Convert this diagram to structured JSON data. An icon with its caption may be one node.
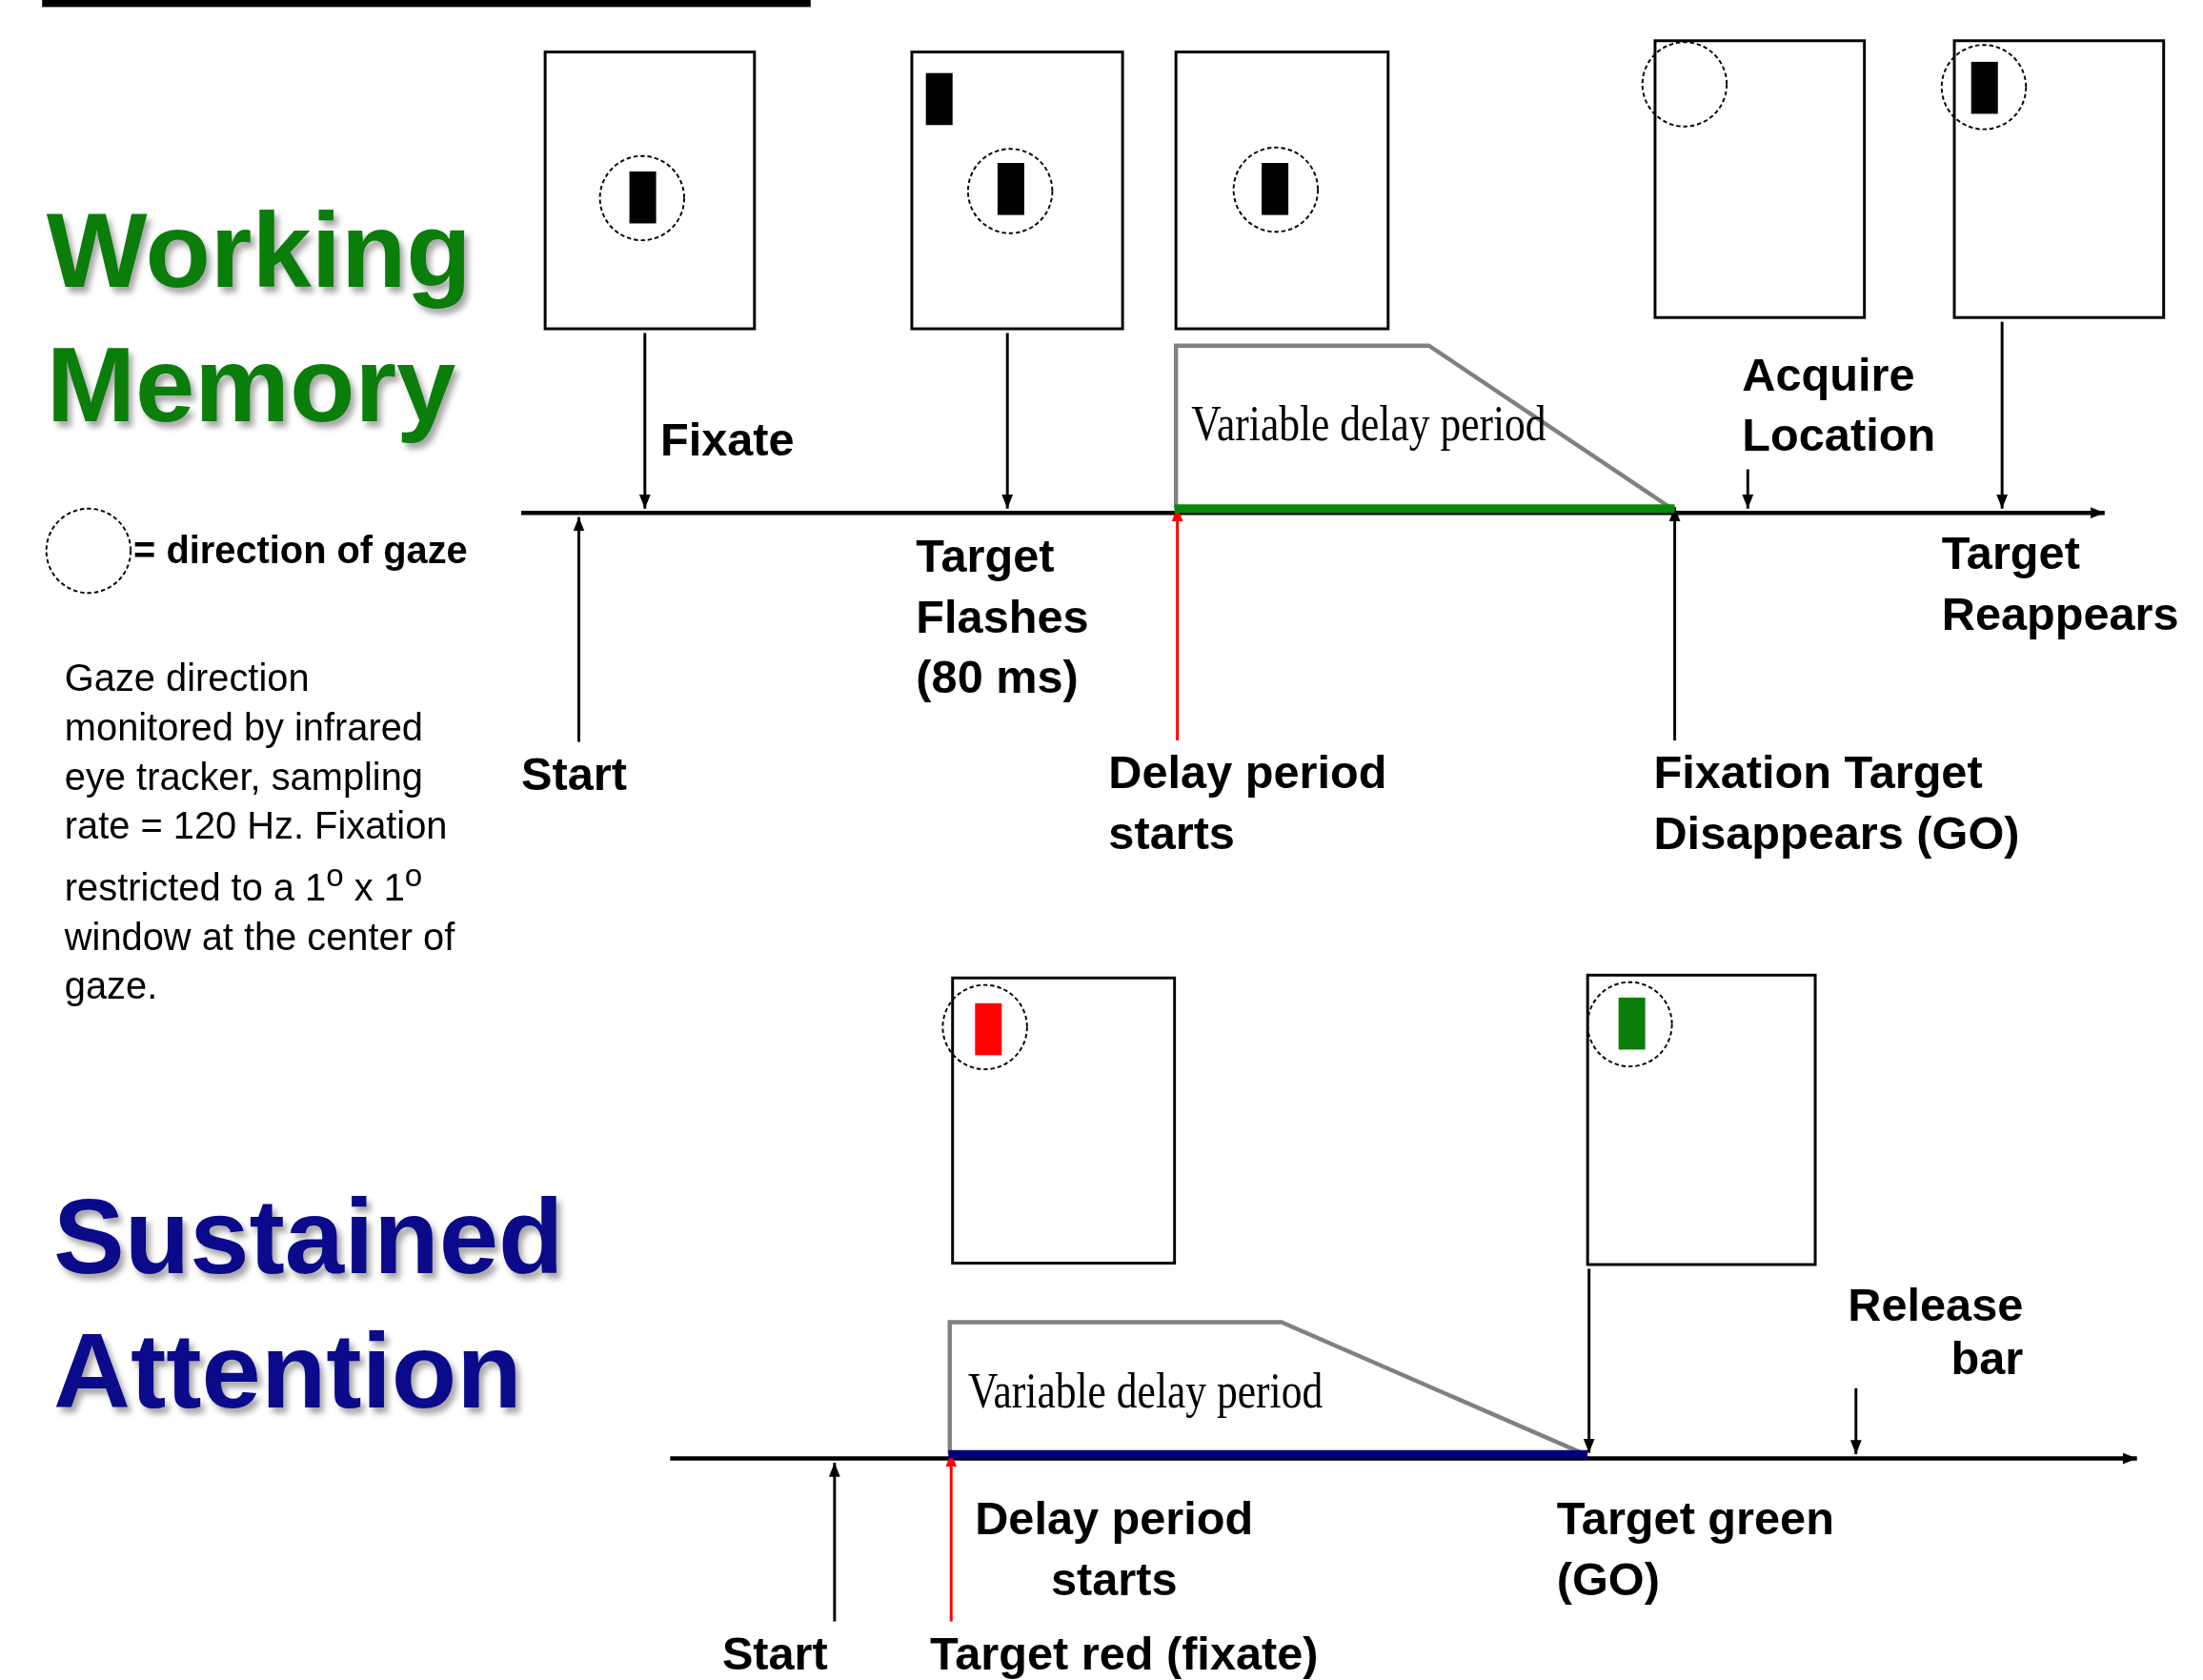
{
  "diagram": {
    "nodes": [
      {
        "text": [],
        "shape": "box"
      },
      {
        "text": [],
        "shape": "box"
      },
      {
        "text": [],
        "shape": "box"
      },
      {
        "text": [],
        "shape": "box"
      },
      {
        "text": [],
        "shape": "box"
      },
      {
        "text": [
          "Acquire Location"
        ]
      },
      {
        "text": [
          "Variable delay period"
        ]
      },
      {
        "text": [
          "Start"
        ]
      },
      {
        "text": [
          "Delay period starts"
        ]
      },
      {
        "text": [
          "Fixation Target Disappears (GO)"
        ]
      },
      {
        "text": [],
        "shape": "box"
      },
      {
        "text": [],
        "shape": "box"
      },
      {
        "text": [
          "Variable delay period"
        ]
      },
      {
        "text": [
          "Release bar"
        ]
      },
      {
        "text": [
          "Start"
        ]
      },
      {
        "text": [
          "Target red (fixate)"
        ]
      }
    ],
    "edges": [
      {
        "from": 0,
        "to": null,
        "arrow": "to",
        "label": "Fixate"
      },
      {
        "from": 1,
        "to": null,
        "arrow": "to",
        "label": "Target Flashes (80 ms)"
      },
      {
        "from": 4,
        "to": null,
        "arrow": "to",
        "label": "Target Reappears"
      },
      {
        "from": 5,
        "to": null,
        "arrow": "to"
      },
      {
        "from": 7,
        "to": null,
        "arrow": "to"
      },
      {
        "from": 8,
        "to": 6,
        "arrow": "to",
        "color": "#ff0000"
      },
      {
        "from": 9,
        "to": 6,
        "arrow": "to"
      },
      {
        "from": 11,
        "to": 12,
        "arrow": "to"
      },
      {
        "from": 13,
        "to": null,
        "arrow": "to"
      },
      {
        "from": 14,
        "to": null,
        "arrow": "to"
      },
      {
        "from": 15,
        "to": 12,
        "arrow": "to",
        "color": "#ff0000"
      }
    ],
    "labels": [
      "Working Memory",
      "Gaze direction monitored by infrared eye tracker, sampling rate = 120 Hz. Fixation restricted to a 1$^{o}$ x 1$^{o}$ window at the center of gaze.",
      "Sustained Attention",
      "Delay period starts",
      "Target green (GO)"
    ],
    "legend": [
      {
        "text": "= direction of gaze"
      }
    ]
  }
}
